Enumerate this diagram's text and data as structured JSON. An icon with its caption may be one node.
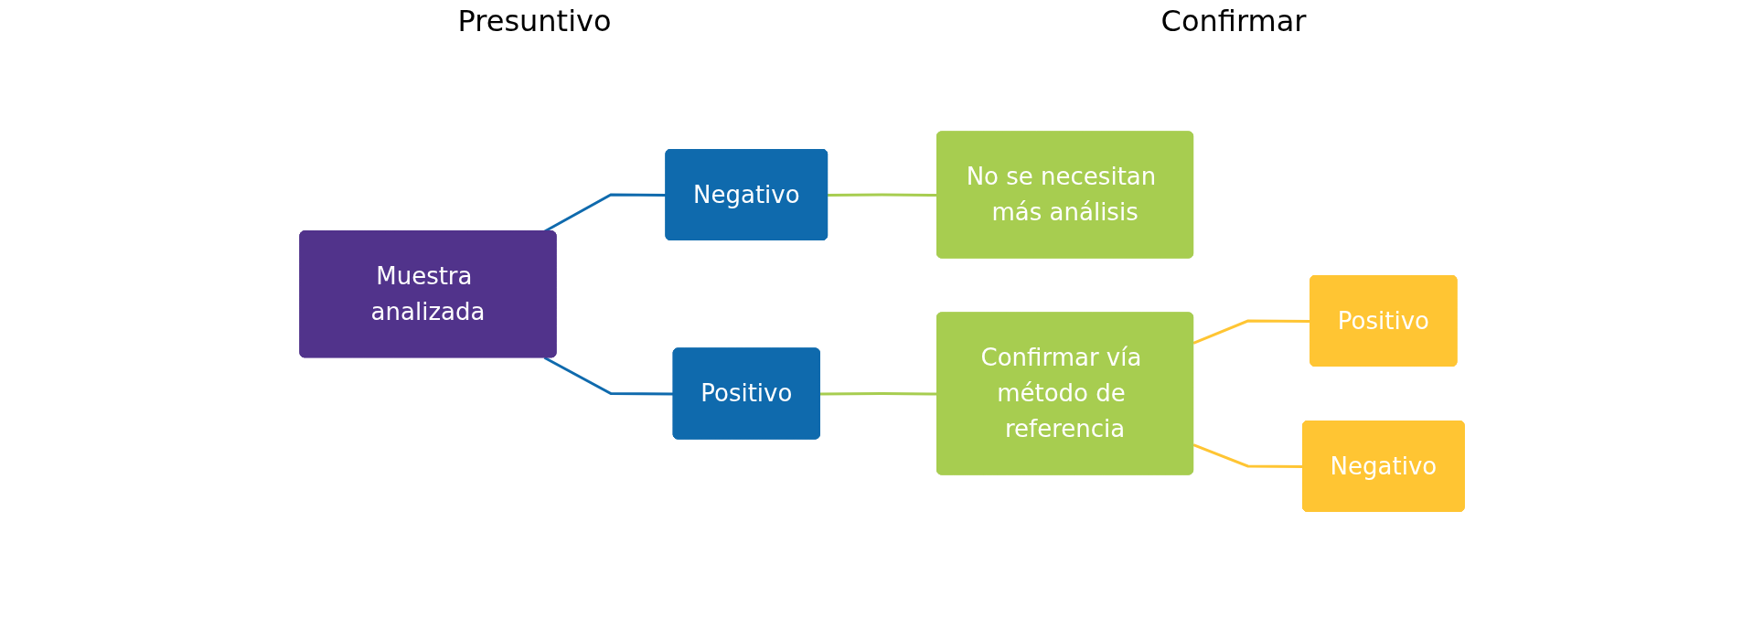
{
  "diagram": {
    "nodes": [
      {
        "text": [
          "Muestra analizada"
        ]
      },
      {
        "text": [
          "Negativo"
        ]
      },
      {
        "text": [
          "Positivo"
        ]
      },
      {
        "text": [
          "No se necesitan más análisis"
        ]
      },
      {
        "text": [
          "Confirmar vía método de referencia"
        ]
      },
      {
        "text": [
          "Positivo"
        ]
      },
      {
        "text": [
          "Negativo"
        ]
      }
    ],
    "edges": [
      {
        "from": 0,
        "to": 1,
        "arrow": "none",
        "color": "#0f6aad"
      },
      {
        "from": 0,
        "to": 2,
        "arrow": "none",
        "color": "#0f6aad"
      },
      {
        "from": 1,
        "to": 3,
        "arrow": "none",
        "color": "#a7cd50"
      },
      {
        "from": 2,
        "to": 4,
        "arrow": "none",
        "color": "#a7cd50"
      },
      {
        "from": 4,
        "to": 5,
        "arrow": "none",
        "color": "#ffc533"
      },
      {
        "from": 4,
        "to": 6,
        "arrow": "none",
        "color": "#ffc533"
      }
    ],
    "labels": [
      "Presuntivo",
      "Confirmar"
    ]
  }
}
